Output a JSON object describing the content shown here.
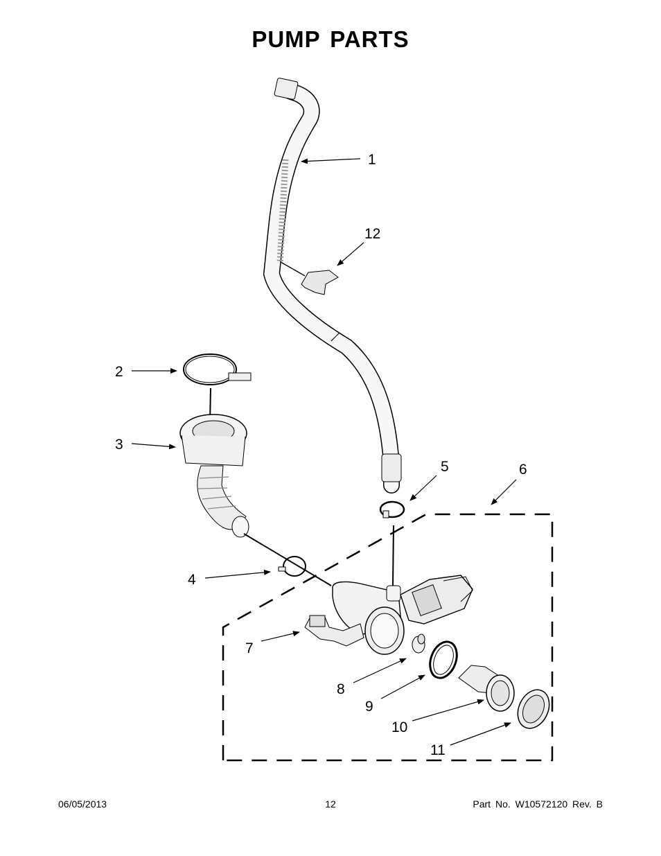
{
  "header": {
    "title": "PUMP  PARTS"
  },
  "callouts": {
    "c1": "1",
    "c2": "2",
    "c3": "3",
    "c4": "4",
    "c5": "5",
    "c6": "6",
    "c7": "7",
    "c8": "8",
    "c9": "9",
    "c10": "10",
    "c11": "11",
    "c12": "12"
  },
  "footer": {
    "date": "06/05/2013",
    "page": "12",
    "part_no": "Part No.  W10572120  Rev.  B"
  },
  "colors": {
    "line": "#000000",
    "part_fill": "#f4f4f4",
    "shade": "#d9d9d9"
  }
}
